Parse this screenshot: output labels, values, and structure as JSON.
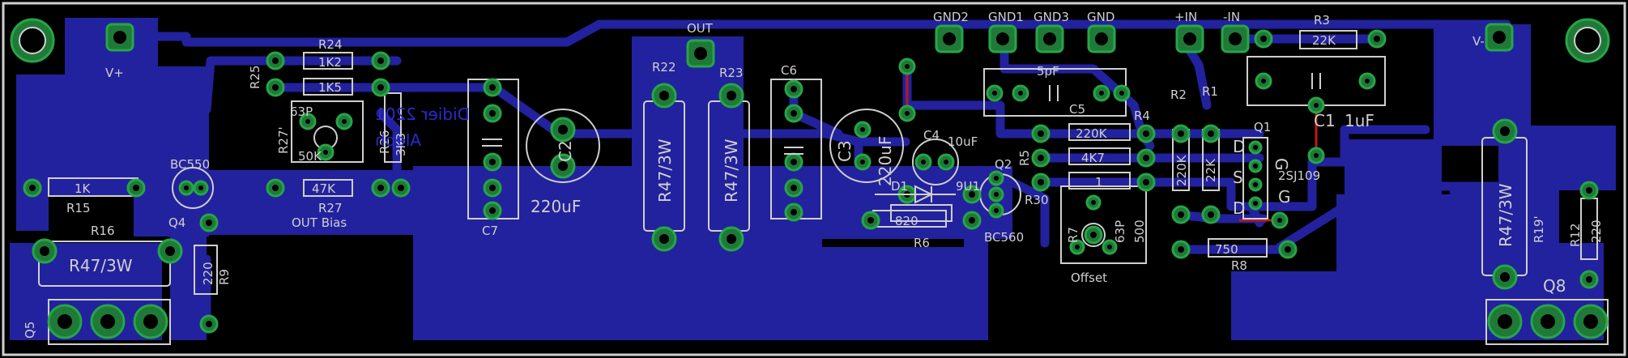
{
  "board": {
    "background": "#000000",
    "copper_color": "#22229e",
    "pad_color": "#26a548",
    "silk_color": "#cfcfcf",
    "jumper_color": "#c01818"
  },
  "labels": {
    "vplus": "V+",
    "vminus": "V-",
    "out": "OUT",
    "gnd2": "GND2",
    "gnd1": "GND1",
    "gnd3": "GND3",
    "gnd": "GND",
    "plus_in": "+IN",
    "minus_in": "-IN",
    "r3": "R3",
    "r3_val": "22K",
    "r24": "R24",
    "r24_val": "1K2",
    "r25": "R25",
    "r25_val": "1K5",
    "r27p": "R27'",
    "p63": "63P",
    "pot_val": "50K",
    "r26": "R26",
    "r26_val": "3K3",
    "r27": "R27",
    "r27_val": "47K",
    "out_bias": "OUT Bias",
    "bc550": "BC550",
    "r15": "R15",
    "r15_val": "1K",
    "r16": "R16",
    "r16_val": "R47/3W",
    "q4": "Q4",
    "r9": "R9",
    "r9_val": "220",
    "q5": "Q5",
    "c7": "C7",
    "c2": "C2",
    "c2_val": "220uF",
    "r22": "R22",
    "r22_val": "R47/3W",
    "r23": "R23",
    "r23_val": "R47/3W",
    "c6": "C6",
    "c3": "C3",
    "c3_val": "220uF",
    "c4": "C4",
    "c4_val": "10uF",
    "d1": "D1",
    "r6": "R6",
    "r6_val": "820",
    "q2": "Q2",
    "q2_pins": "9U1",
    "r5": "R5",
    "r30": "R30",
    "bc560": "BC560",
    "c5": "C5",
    "c5_val": "5pF",
    "r4": "R4",
    "r4_val": "220K",
    "r5_val": "4K7",
    "r30_val": "1",
    "r2": "R2",
    "r2_val": "220K",
    "r1": "R1",
    "r1_val": "22K",
    "q1": "Q1",
    "q1_d": "D",
    "q1_s": "S",
    "q1_d2": "D",
    "q1_g": "G",
    "q1_g2": "G",
    "q1_part": "2SJ109",
    "c1": "C1",
    "c1_val": "1uF",
    "r7": "R7",
    "r7_63p": "63P",
    "r7_val": "500",
    "offset": "Offset",
    "r8": "R8",
    "r8_val": "750",
    "r19": "R19'",
    "r19_val": "R47/3W",
    "r12": "R12",
    "r12_val": "220",
    "q8": "Q8",
    "mirror_1": "Didier 2201",
    "mirror_2": "Aleph"
  }
}
